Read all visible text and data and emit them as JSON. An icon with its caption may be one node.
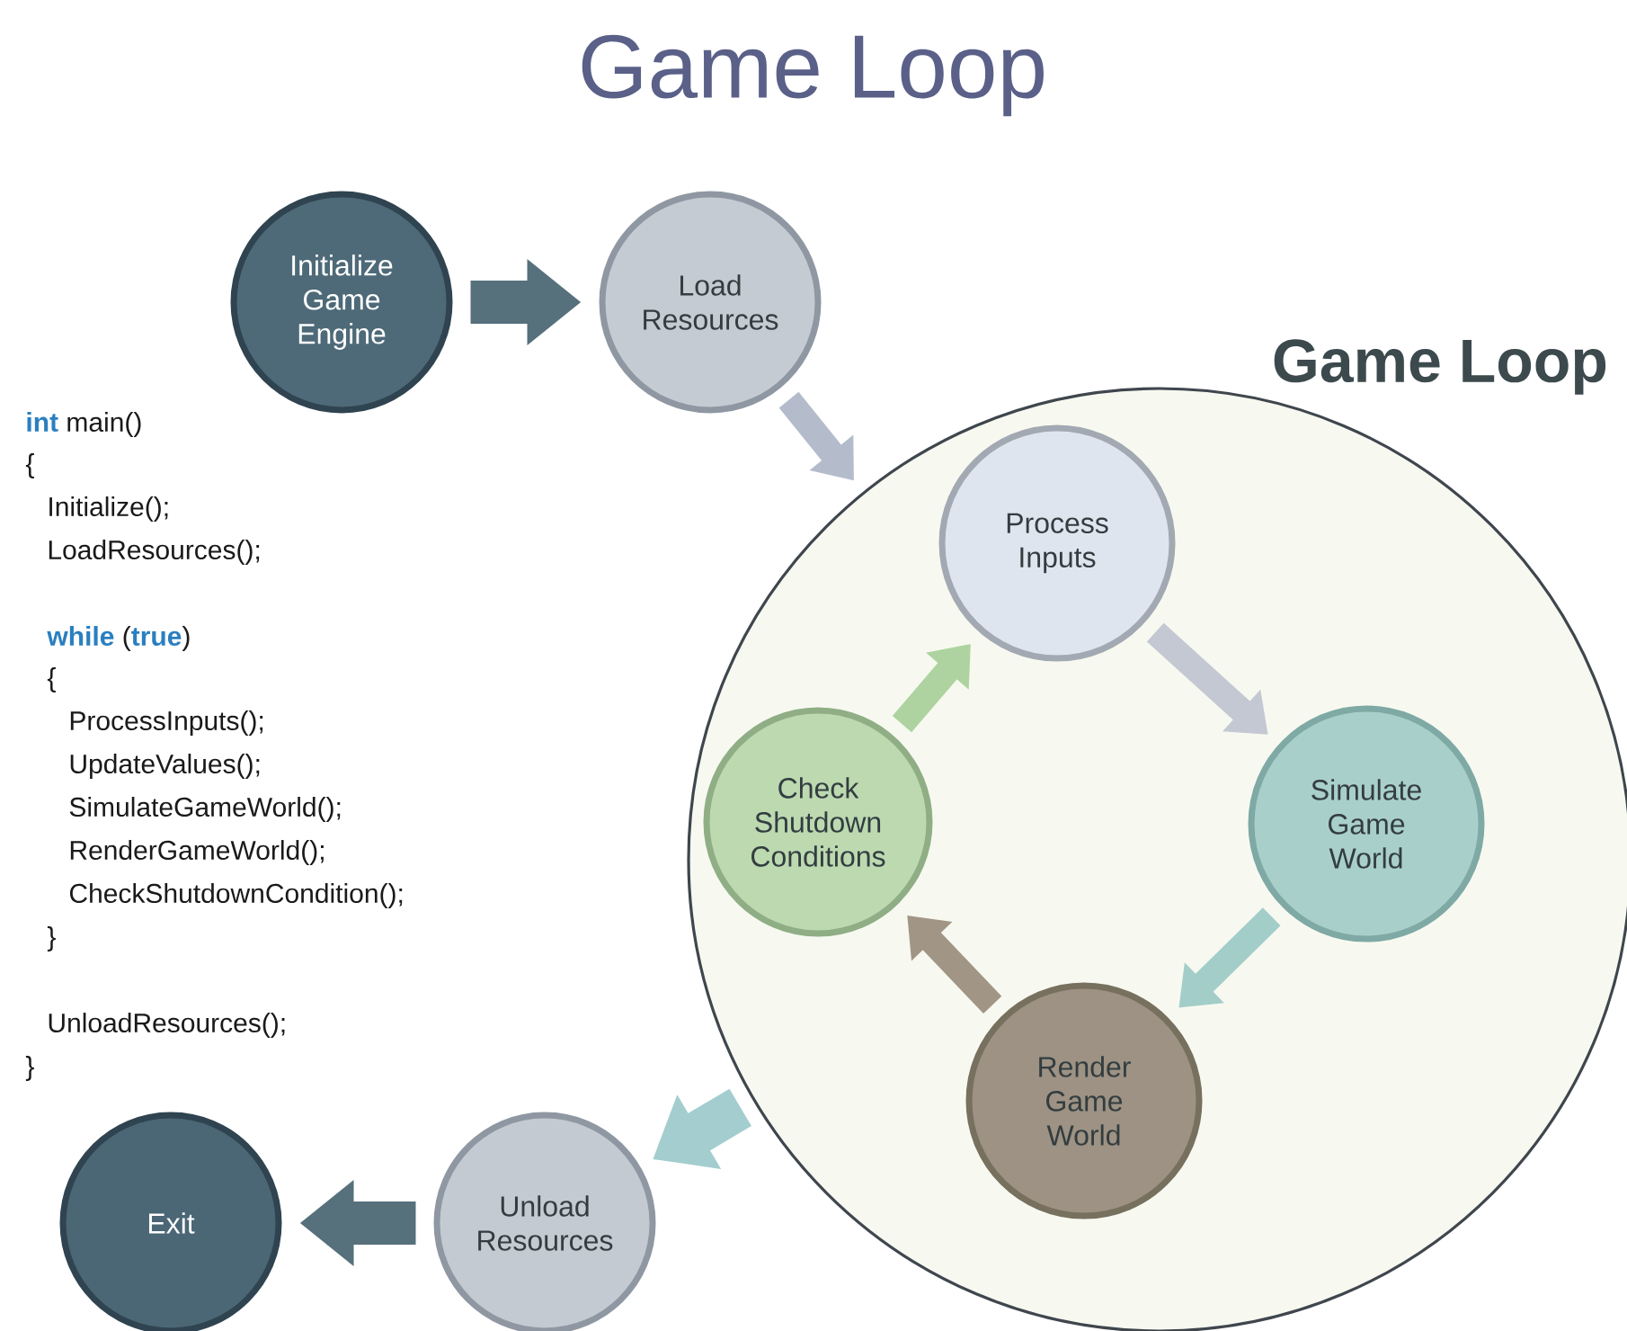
{
  "diagram": {
    "title": "Game Loop",
    "nodes": [
      {
        "text": [
          "Initialize Game Engine"
        ]
      },
      {
        "text": [
          "Load Resources"
        ]
      },
      {
        "text": [
          "Game Loop"
        ]
      },
      {
        "text": [
          "Process Inputs"
        ],
        "in": 2
      },
      {
        "text": [
          "Simulate Game World"
        ],
        "in": 2
      },
      {
        "text": [
          "Render Game World"
        ],
        "in": 2
      },
      {
        "text": [
          "Check Shutdown Conditions"
        ],
        "in": 2
      },
      {
        "text": [
          "Unload Resources"
        ]
      },
      {
        "text": [
          "Exit"
        ]
      }
    ],
    "edges": [
      {
        "from": 0,
        "to": 1,
        "arrow": "to",
        "color": "#56707c"
      },
      {
        "from": 1,
        "to": 2,
        "arrow": "to",
        "color": "#b4bccc"
      },
      {
        "from": 3,
        "to": 4,
        "arrow": "to",
        "color": "#c4c8d2"
      },
      {
        "from": 4,
        "to": 5,
        "arrow": "to",
        "color": "#a3cdc8"
      },
      {
        "from": 5,
        "to": 6,
        "arrow": "to",
        "color": "#a19585"
      },
      {
        "from": 6,
        "to": 3,
        "arrow": "to",
        "color": "#aed3a0"
      },
      {
        "from": 2,
        "to": 7,
        "arrow": "to",
        "color": "#a3cdcf"
      },
      {
        "from": 7,
        "to": 8,
        "arrow": "to",
        "color": "#56707c"
      }
    ],
    "labels": [
      "**int** main()",
      "{",
      "Initialize();",
      "LoadResources();",
      "**while** (**true**)",
      "{",
      "ProcessInputs();",
      "UpdateValues();",
      "SimulateGameWorld();",
      "RenderGameWorld();",
      "CheckShutdownCondition();",
      "}",
      "UnloadResources();",
      "}"
    ]
  }
}
